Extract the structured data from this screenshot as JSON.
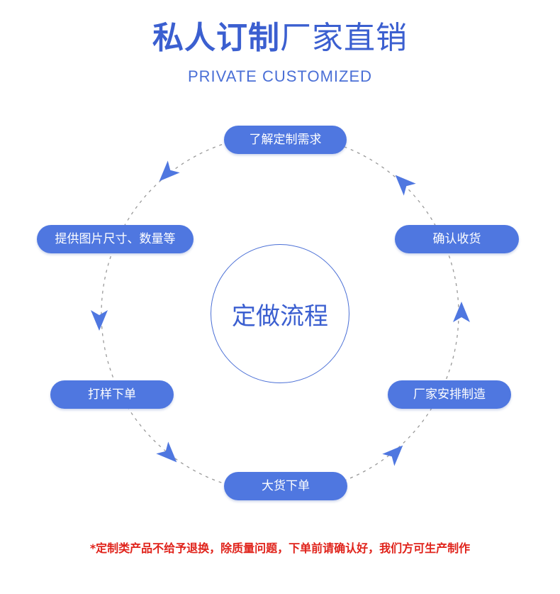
{
  "header": {
    "title_bold": "私人订制",
    "title_light": "厂家直销",
    "subtitle": "PRIVATE CUSTOMIZED"
  },
  "center": {
    "label": "定做流程"
  },
  "steps": [
    "了解定制需求",
    "确认收货",
    "厂家安排制造",
    "大货下单",
    "打样下单",
    "提供图片尺寸、数量等"
  ],
  "notice": "*定制类产品不给予退换，除质量问题，下单前请确认好，我们方可生产制作",
  "colors": {
    "primary": "#4f77e0",
    "title": "#3b5fd0",
    "notice": "#e0231b",
    "dash": "#9a9a9a"
  }
}
